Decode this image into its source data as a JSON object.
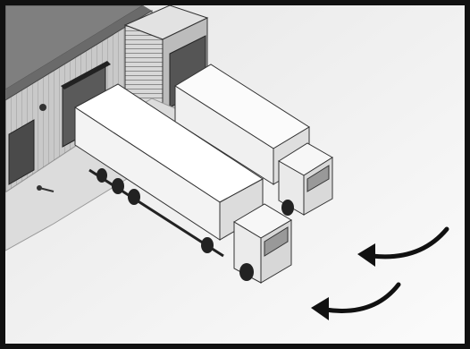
{
  "illustration": {
    "subject": "",
    "border_color": "#111111",
    "ground_color": "#f2f2f2",
    "wall_color": "#bdbdbd",
    "roof_color": "#8a8a8a",
    "trailer_color": "#fafafa",
    "arrow_color": "#111111",
    "icons": [
      "warehouse-building",
      "loading-dock-doors",
      "semi-truck",
      "reverse-arrow"
    ]
  }
}
